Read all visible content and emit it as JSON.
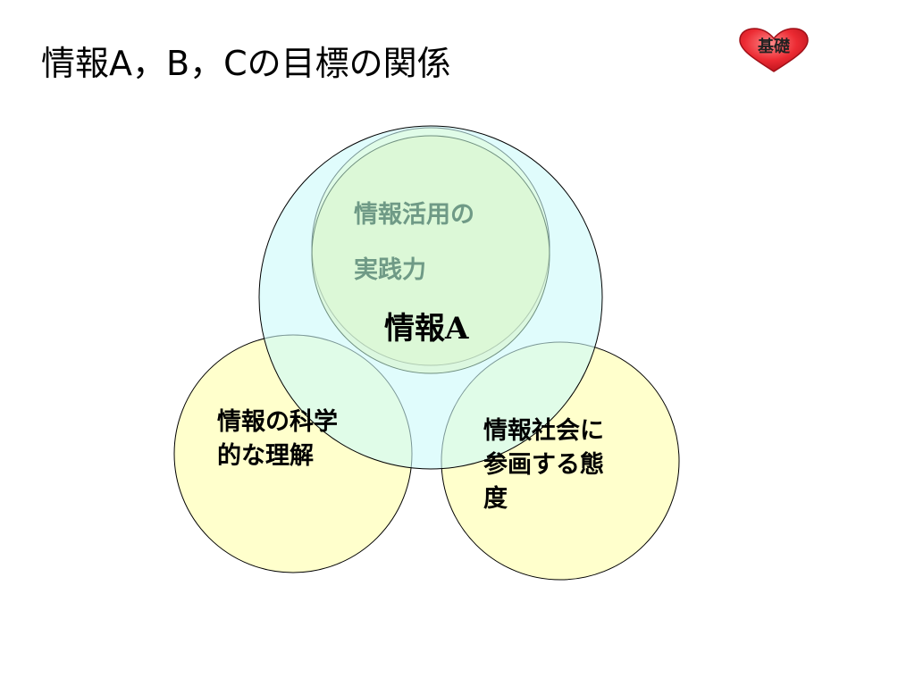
{
  "title": "情報A，B，Cの目標の関係",
  "badge": {
    "text": "基礎",
    "color": "#e0202a",
    "icon": "heart-icon"
  },
  "diagram": {
    "center_label": "情報A",
    "top_label": [
      "情報活用の",
      "実践力"
    ],
    "left_label": [
      "情報の科学",
      "的な理解"
    ],
    "right_label": [
      "情報社会に",
      "参画する態",
      "度"
    ]
  },
  "colors": {
    "yellow_fill": "#ffffcc",
    "blue_fill": "#e0fcfc",
    "overlap_fill": "#e6f8dc",
    "top_text": "#6f9a86",
    "stroke": "#000000"
  }
}
